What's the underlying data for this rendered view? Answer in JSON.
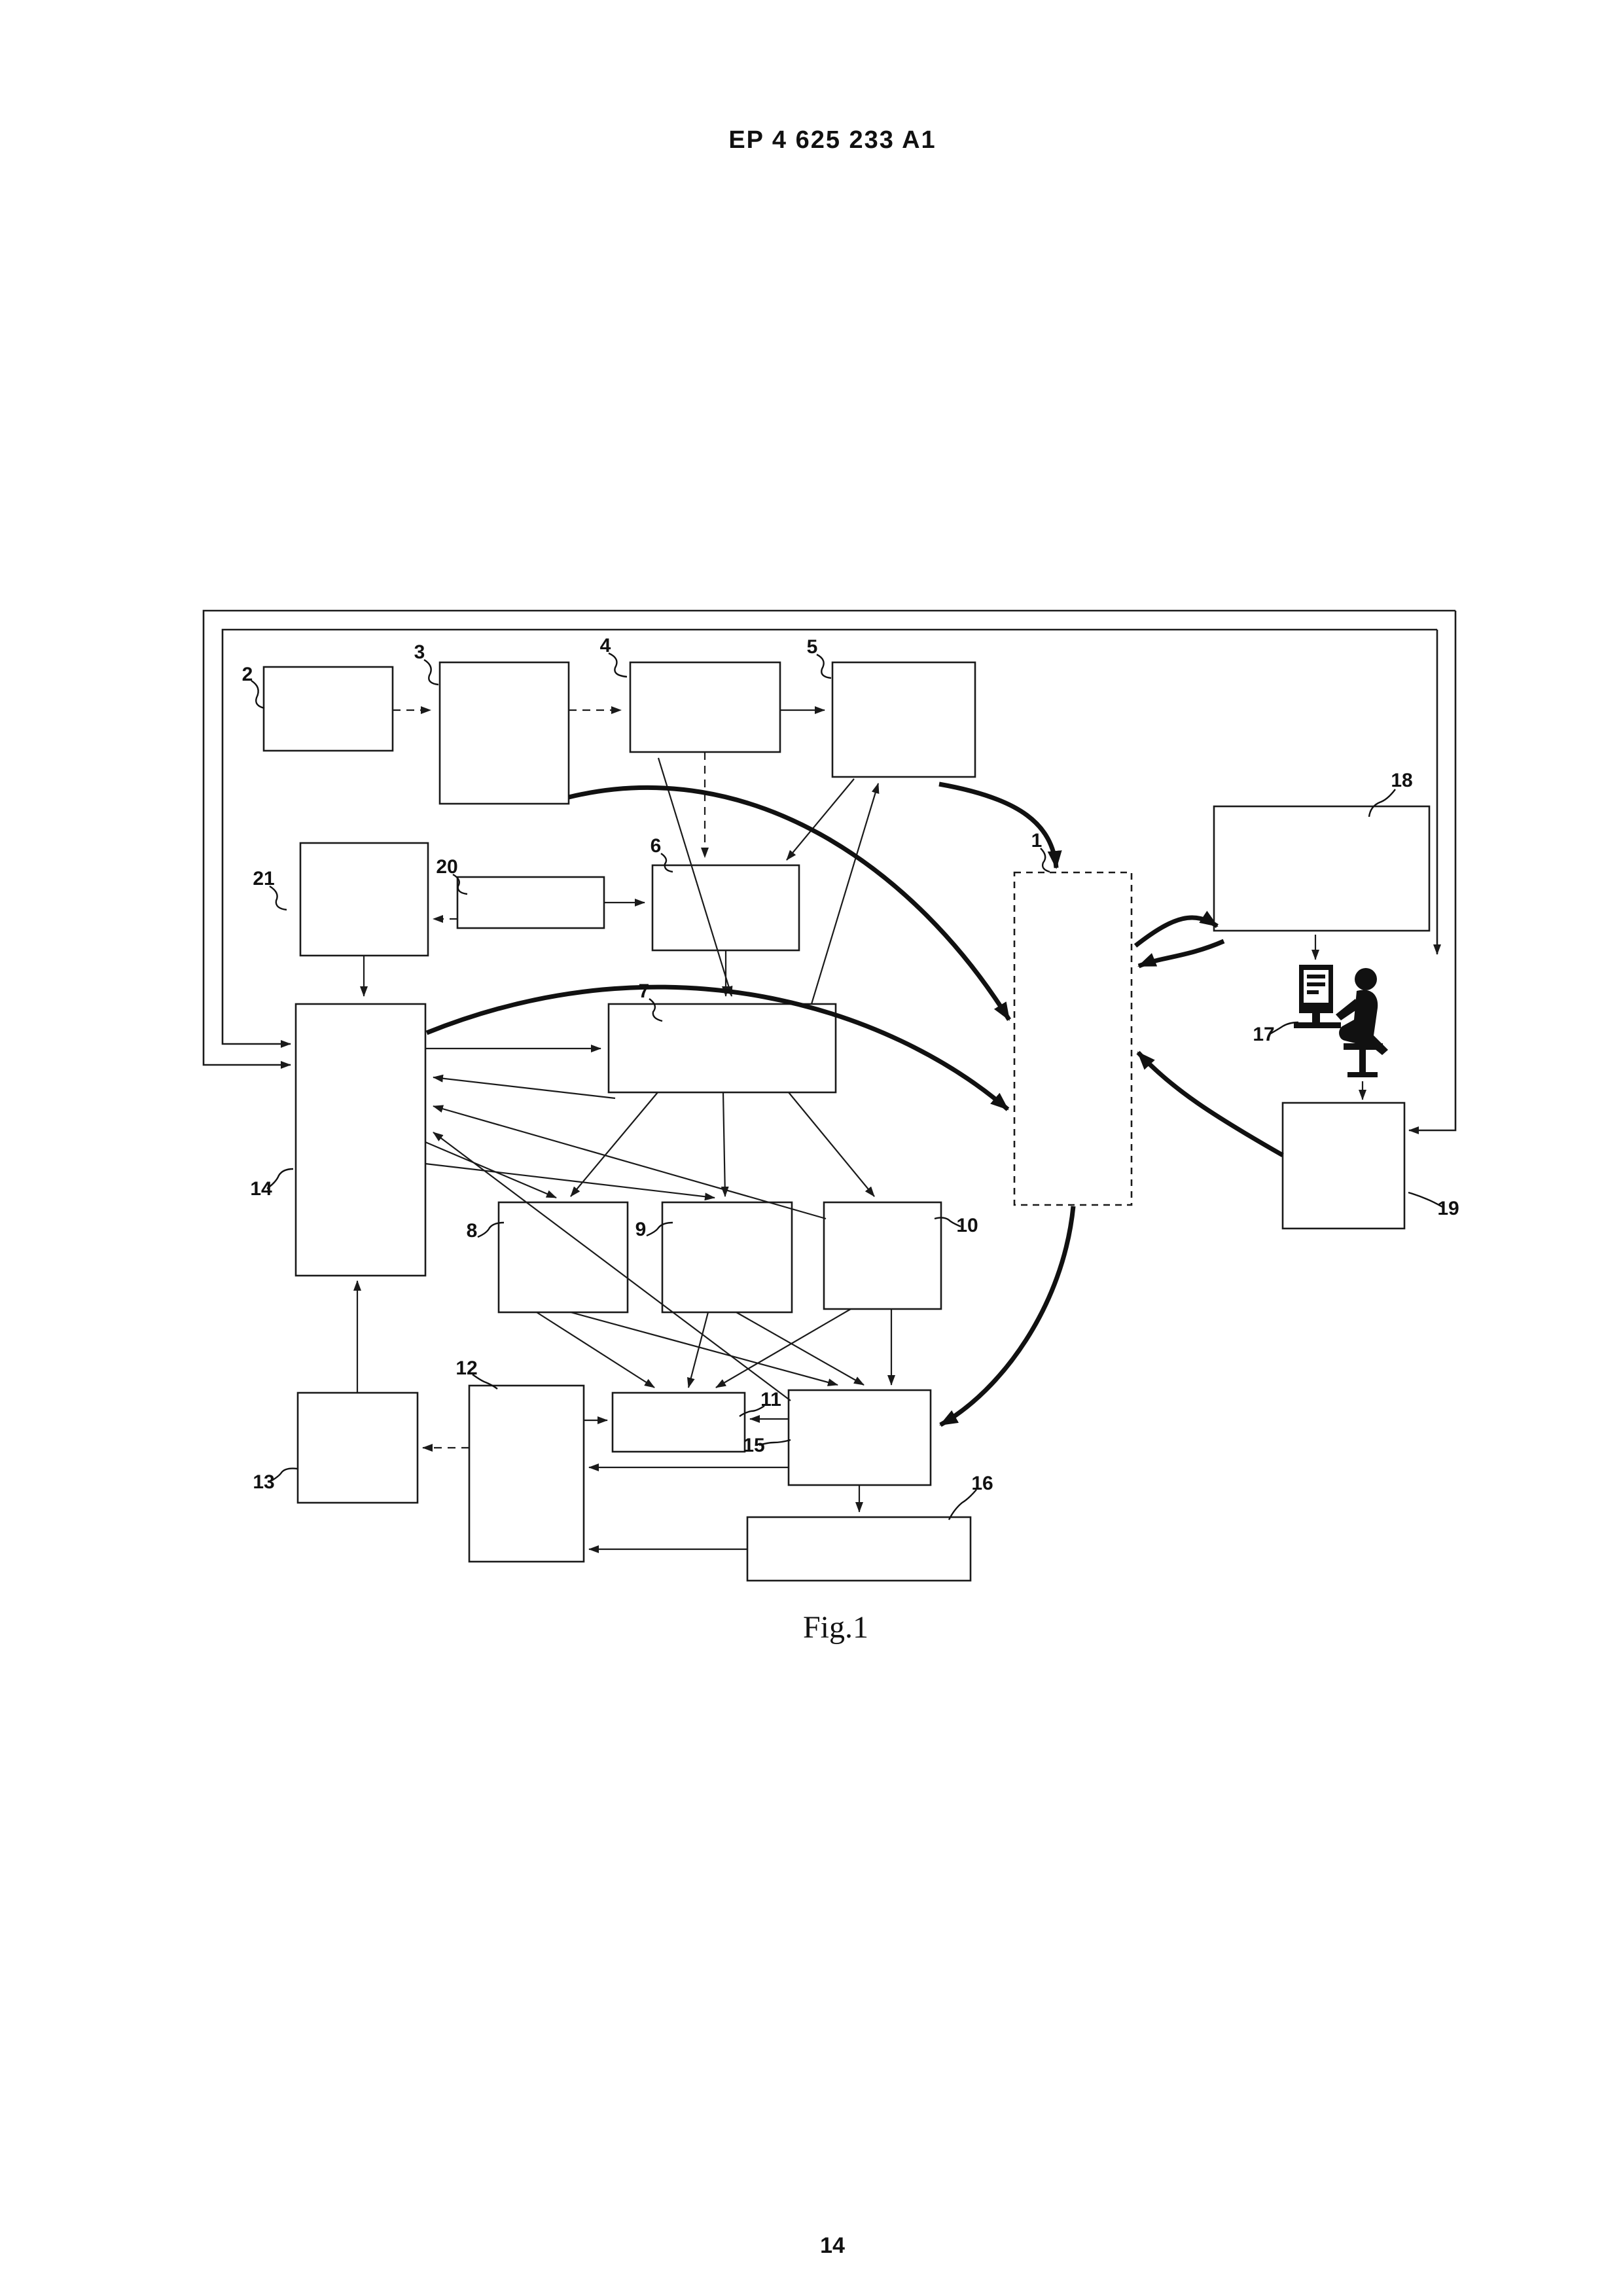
{
  "page": {
    "header": "EP 4 625 233 A1",
    "figure_caption": "Fig.1",
    "page_number": "14"
  },
  "diagram": {
    "type": "patent-block-diagram",
    "colors": {
      "line": "#1a1a1a",
      "background": "#ffffff"
    },
    "callouts": {
      "n1": "1",
      "n2": "2",
      "n3": "3",
      "n4": "4",
      "n5": "5",
      "n6": "6",
      "n7": "7",
      "n8": "8",
      "n9": "9",
      "n10": "10",
      "n11": "11",
      "n12": "12",
      "n13": "13",
      "n14": "14",
      "n15": "15",
      "n16": "16",
      "n17": "17",
      "n18": "18",
      "n19": "19",
      "n20": "20",
      "n21": "21"
    },
    "icons": [
      {
        "name": "operator-at-computer-icon",
        "callout": "17"
      }
    ]
  }
}
